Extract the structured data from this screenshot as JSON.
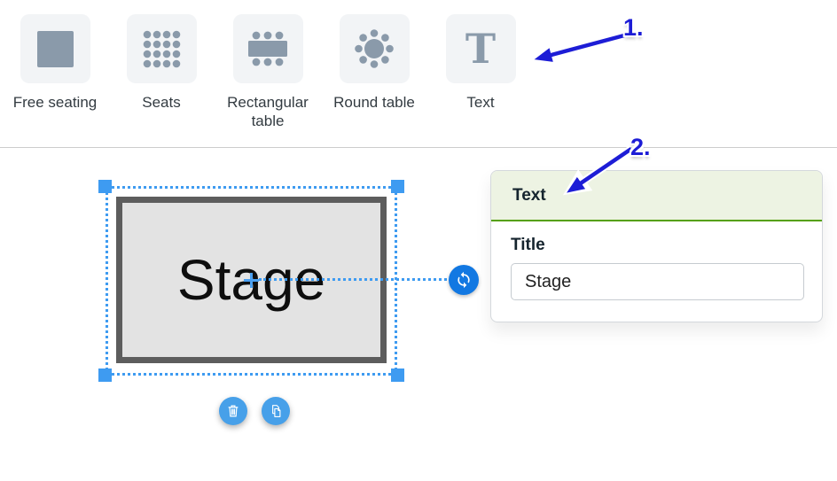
{
  "toolbar": {
    "tools": [
      {
        "label": "Free seating"
      },
      {
        "label": "Seats"
      },
      {
        "label": "Rectangular table"
      },
      {
        "label": "Round table"
      },
      {
        "label": "Text"
      }
    ]
  },
  "canvas": {
    "stage_label": "Stage"
  },
  "panel": {
    "header_label": "Text",
    "field_label": "Title",
    "field_value": "Stage"
  },
  "annotations": {
    "step1": "1.",
    "step2": "2."
  },
  "colors": {
    "selection_blue": "#3e9bf1",
    "rotate_blue": "#1278e2",
    "action_blue": "#47a0e9",
    "arrow_blue": "#1d1dd6",
    "icon_gray": "#8a9aaa",
    "panel_header_bg": "#edf3e3",
    "panel_header_border": "#55a00a",
    "stage_fill": "#e3e3e3",
    "stage_border": "#5d5d5d"
  }
}
